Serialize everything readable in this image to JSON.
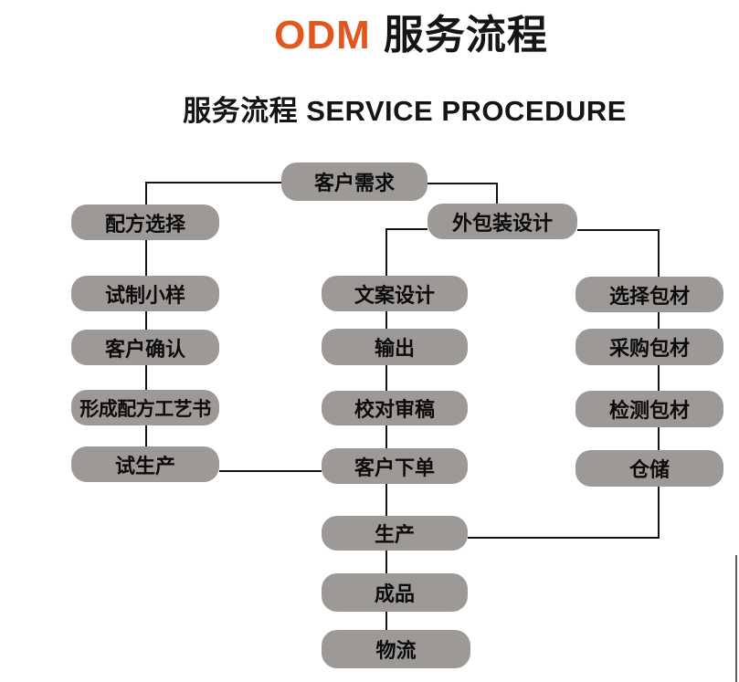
{
  "title": {
    "brand": "ODM",
    "zh": "服务流程"
  },
  "subtitle": "服务流程 SERVICE PROCEDURE",
  "colors": {
    "accent_orange": "#E2571E",
    "node_fill": "#9C9997",
    "connector_line": "#141414",
    "text": "#0b0b0b",
    "background": "#ffffff"
  },
  "diagram": {
    "nodes": {
      "customer_demand": "客户需求",
      "formula_selection": "配方选择",
      "trial_sample": "试制小样",
      "customer_confirm": "客户确认",
      "formula_process_doc": "形成配方工艺书",
      "trial_production": "试生产",
      "packaging_design": "外包装设计",
      "copy_design": "文案设计",
      "output": "输出",
      "proofreading": "校对审稿",
      "customer_order": "客户下单",
      "production": "生产",
      "finished_product": "成品",
      "logistics": "物流",
      "select_packaging": "选择包材",
      "purchase_packaging": "采购包材",
      "test_packaging": "检测包材",
      "warehousing": "仓储"
    }
  }
}
